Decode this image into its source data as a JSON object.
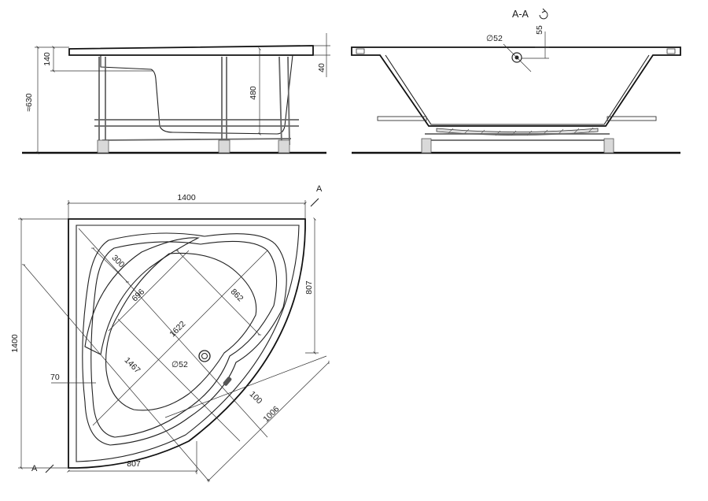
{
  "side_view": {
    "height_total": "≈630",
    "rim_height": "140",
    "inner_depth": "480",
    "rim_thickness": "40"
  },
  "section_view": {
    "title": "A-A",
    "drain_diameter": "∅52",
    "drain_offset": "55"
  },
  "plan_view": {
    "width": "1400",
    "depth": "1400",
    "side_right": "807",
    "side_bottom": "807",
    "seat_width": "300",
    "basin_width": "696",
    "basin_length": "862",
    "diagonal_inner": "1622",
    "diagonal_basin": "1467",
    "drain_diameter": "∅52",
    "edge_offset": "70",
    "overflow_offset": "100",
    "front_width": "1006",
    "section_mark": "A"
  }
}
